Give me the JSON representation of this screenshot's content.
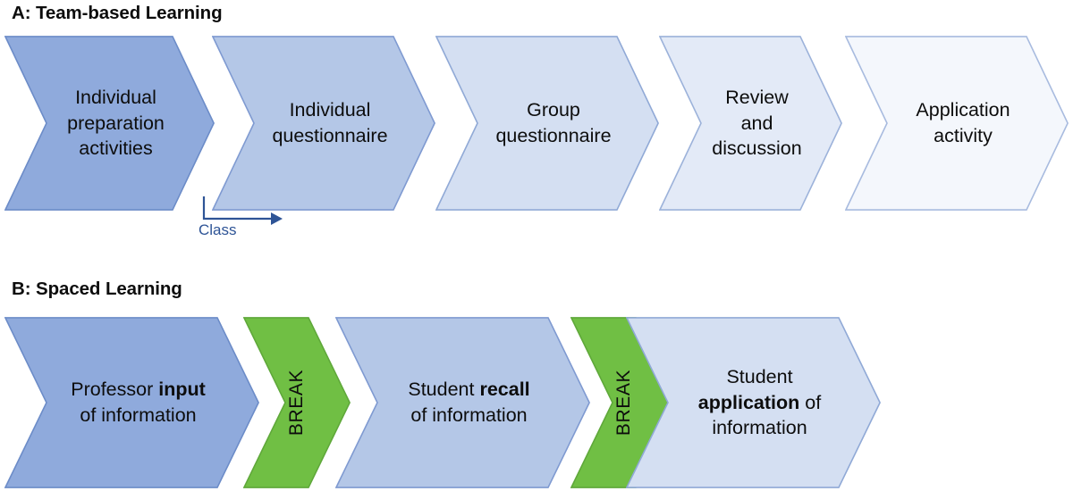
{
  "figure": {
    "panels": [
      {
        "id": "A",
        "title": "A: Team-based Learning",
        "marker": {
          "label": "Class",
          "color": "#2E5496",
          "icon": "arrow-right-icon"
        },
        "steps": [
          {
            "name": "individual-preparation-activities",
            "lines": [
              "Individual",
              "preparation",
              "activities"
            ],
            "fill": "#8FAADC",
            "stroke": "#6C8CC8"
          },
          {
            "name": "individual-questionnaire",
            "lines": [
              "Individual",
              "questionnaire"
            ],
            "fill": "#B4C7E7",
            "stroke": "#7F9AD1"
          },
          {
            "name": "group-questionnaire",
            "lines": [
              "Group",
              "questionnaire"
            ],
            "fill": "#D4DFF2",
            "stroke": "#90A9D6"
          },
          {
            "name": "review-and-discussion",
            "lines": [
              "Review",
              "and",
              "discussion"
            ],
            "fill": "#E3EAF7",
            "stroke": "#9CB2DA"
          },
          {
            "name": "application-activity",
            "lines": [
              "Application",
              "activity"
            ],
            "fill": "#F4F7FC",
            "stroke": "#A8BBDF"
          }
        ]
      },
      {
        "id": "B",
        "title": "B: Spaced Learning",
        "steps": [
          {
            "name": "professor-input-of-information",
            "lines": [
              "Professor |input|",
              "of information"
            ],
            "fill": "#8FAADC",
            "stroke": "#6C8CC8"
          },
          {
            "name": "break-1",
            "lines": [
              "BREAK"
            ],
            "fill": "#70BF44",
            "stroke": "#5FA83A",
            "rotated": true
          },
          {
            "name": "student-recall-of-information",
            "lines": [
              "Student |recall|",
              "of information"
            ],
            "fill": "#B4C7E7",
            "stroke": "#7F9AD1"
          },
          {
            "name": "break-2",
            "lines": [
              "BREAK"
            ],
            "fill": "#70BF44",
            "stroke": "#5FA83A",
            "rotated": true
          },
          {
            "name": "student-application-of-information",
            "lines": [
              "Student",
              "|application| of",
              "information"
            ],
            "fill": "#D4DFF2",
            "stroke": "#90A9D6"
          }
        ]
      }
    ]
  }
}
